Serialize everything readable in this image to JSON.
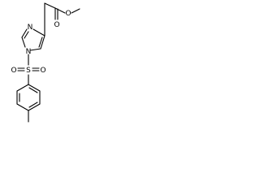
{
  "molecule": {
    "atoms": {
      "ester_o_methyl": "O",
      "carbonyl_o": "O",
      "imidazole_n3": "N",
      "imidazole_n1": "N",
      "sulfur": "S",
      "sulfonyl_o_left": "O",
      "sulfonyl_o_right": "O"
    }
  }
}
